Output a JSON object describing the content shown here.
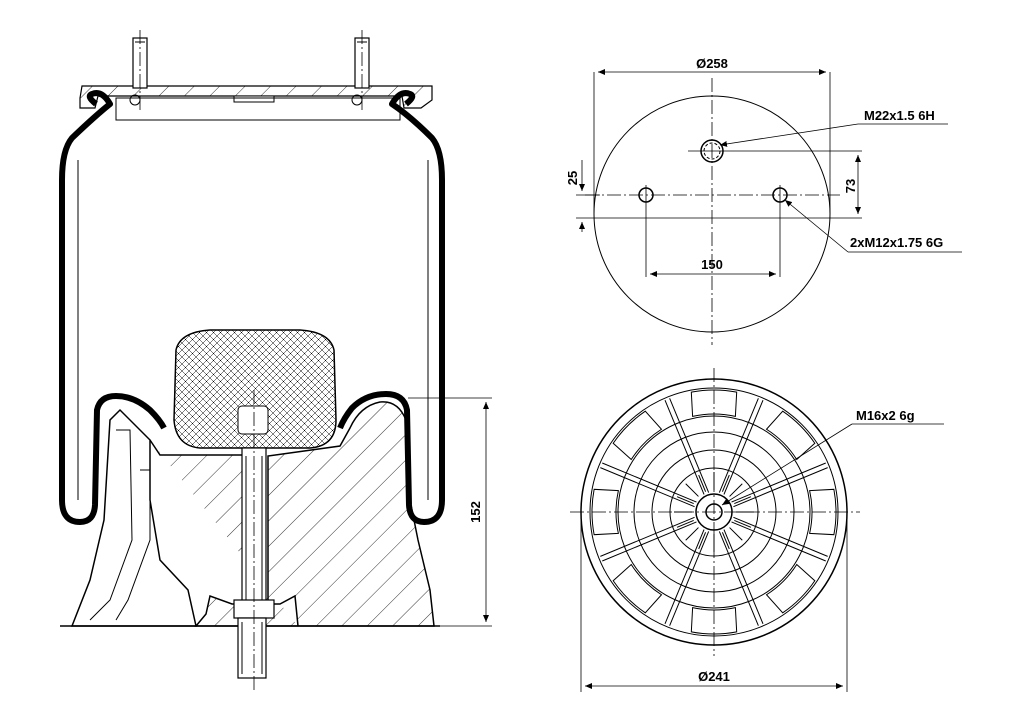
{
  "labels": {
    "top_diameter": "Ø258",
    "center_thread": "M22x1.5 6H",
    "side_threads": "2xM12x1.75 6G",
    "offset_25": "25",
    "offset_73": "73",
    "spacing_150": "150",
    "piston_thread": "M16x2 6g",
    "bottom_diameter": "Ø241",
    "height_152": "152"
  },
  "colors": {
    "line": "#000000",
    "background": "#ffffff"
  }
}
